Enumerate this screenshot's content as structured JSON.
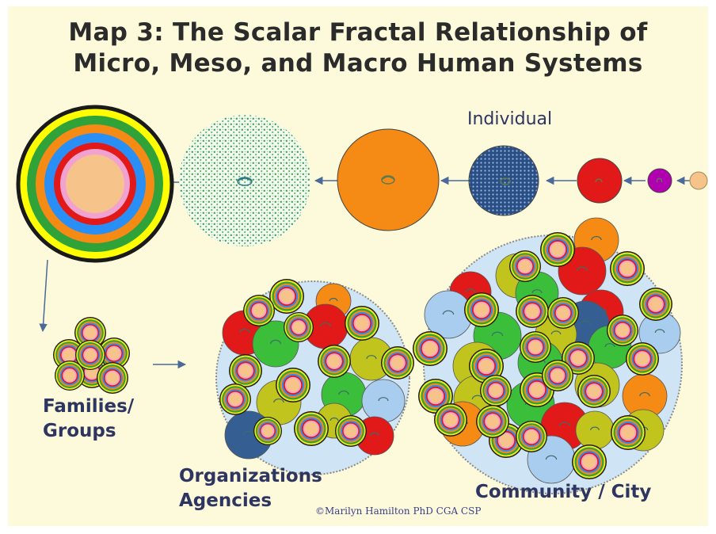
{
  "title": {
    "line1": "Map 3: The Scalar Fractal Relationship of",
    "line2": "Micro, Meso, and Macro Human Systems"
  },
  "labels": {
    "individual": "Individual",
    "families_line1": "Families/",
    "families_line2": "Groups",
    "organizations_line1": "Organizations",
    "organizations_line2": "Agencies",
    "community": "Community / City",
    "credit": "©Marilyn Hamilton  PhD CGA CSP"
  },
  "colors": {
    "background": "#fcfadb",
    "title_text": "#2b2b2b",
    "label_text": "#2d3560",
    "arrow": "#4a6a9a",
    "container": "#cfe4f4",
    "beige": "#f6c38a",
    "magenta": "#b000b0",
    "red": "#e11919",
    "navy": "#355f93",
    "orange": "#f58a14",
    "green": "#3bbf3b",
    "olive": "#c0c41c",
    "light_blue": "#a9cdee"
  },
  "legend_order": [
    "beige",
    "magenta",
    "red",
    "navy",
    "orange",
    "green",
    "olive",
    "light_blue"
  ]
}
